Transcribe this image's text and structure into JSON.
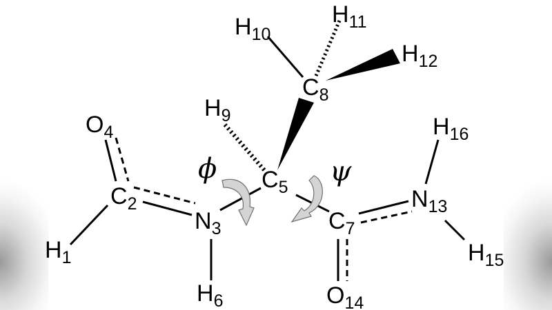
{
  "atoms": {
    "H1": {
      "el": "H",
      "idx": "1"
    },
    "C2": {
      "el": "C",
      "idx": "2"
    },
    "N3": {
      "el": "N",
      "idx": "3"
    },
    "O4": {
      "el": "O",
      "idx": "4"
    },
    "C5": {
      "el": "C",
      "idx": "5"
    },
    "H6": {
      "el": "H",
      "idx": "6"
    },
    "C7": {
      "el": "C",
      "idx": "7"
    },
    "C8": {
      "el": "C",
      "idx": "8"
    },
    "H9": {
      "el": "H",
      "idx": "9"
    },
    "H10": {
      "el": "H",
      "idx": "10"
    },
    "H11": {
      "el": "H",
      "idx": "11"
    },
    "H12": {
      "el": "H",
      "idx": "12"
    },
    "N13": {
      "el": "N",
      "idx": "13"
    },
    "O14": {
      "el": "O",
      "idx": "14"
    },
    "H15": {
      "el": "H",
      "idx": "15"
    },
    "H16": {
      "el": "H",
      "idx": "16"
    }
  },
  "torsions": {
    "phi": "ϕ",
    "psi": "ψ"
  },
  "colors": {
    "bond": "#000000",
    "rotation_arrow_fill": "#d4d4d4",
    "rotation_arrow_stroke": "#6e6e6e",
    "background": "#ffffff"
  }
}
